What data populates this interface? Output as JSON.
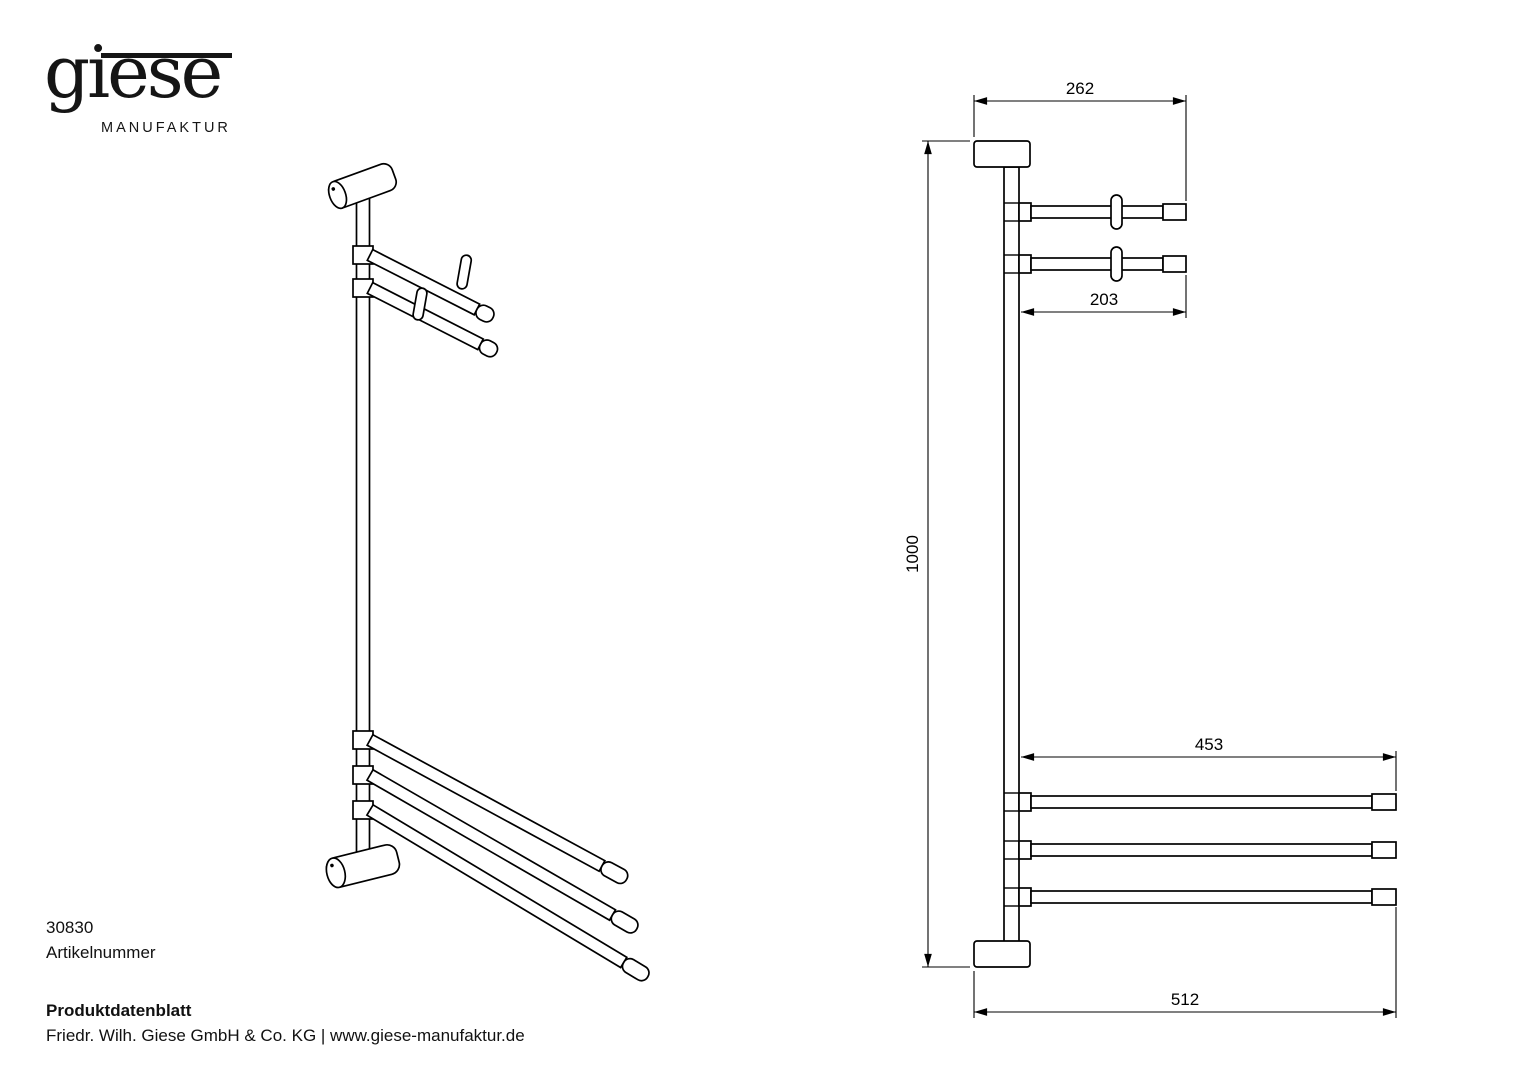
{
  "colors": {
    "ink": "#000000",
    "background": "#ffffff"
  },
  "logo": {
    "wordmark": "giese",
    "subtitle": "MANUFAKTUR"
  },
  "drawing": {
    "dim_top_width": "262",
    "dim_upper_arm": "203",
    "dim_height": "1000",
    "dim_lower_arm": "453",
    "dim_total_width": "512"
  },
  "footer": {
    "article_number": "30830",
    "article_number_label": "Artikelnummer",
    "datasheet_label": "Produktdatenblatt",
    "company_line": "Friedr. Wilh. Giese GmbH & Co. KG | www.giese-manufaktur.de"
  }
}
